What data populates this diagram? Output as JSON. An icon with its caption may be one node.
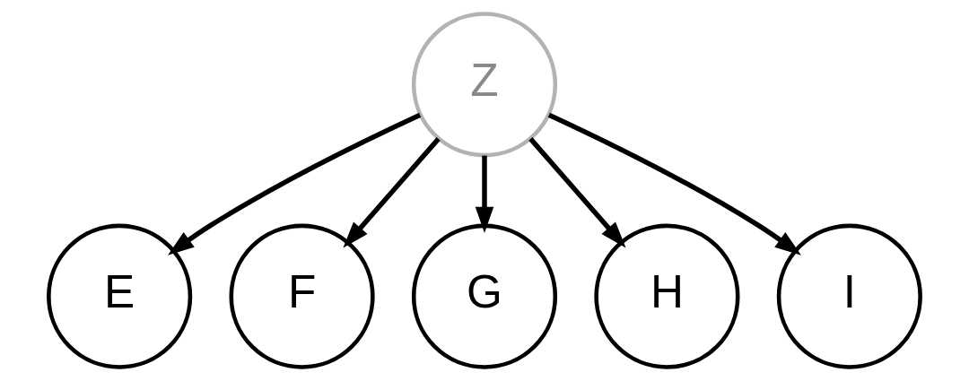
{
  "diagram": {
    "nodes": [
      {
        "text": [
          "Z"
        ]
      },
      {
        "text": [
          "E"
        ]
      },
      {
        "text": [
          "F"
        ]
      },
      {
        "text": [
          "G"
        ]
      },
      {
        "text": [
          "H"
        ]
      },
      {
        "text": [
          "I"
        ]
      }
    ],
    "edges": [
      {
        "from": 0,
        "to": 1,
        "arrow": "to"
      },
      {
        "from": 0,
        "to": 2,
        "arrow": "to"
      },
      {
        "from": 0,
        "to": 3,
        "arrow": "to"
      },
      {
        "from": 0,
        "to": 4,
        "arrow": "to"
      },
      {
        "from": 0,
        "to": 5,
        "arrow": "to"
      }
    ]
  }
}
